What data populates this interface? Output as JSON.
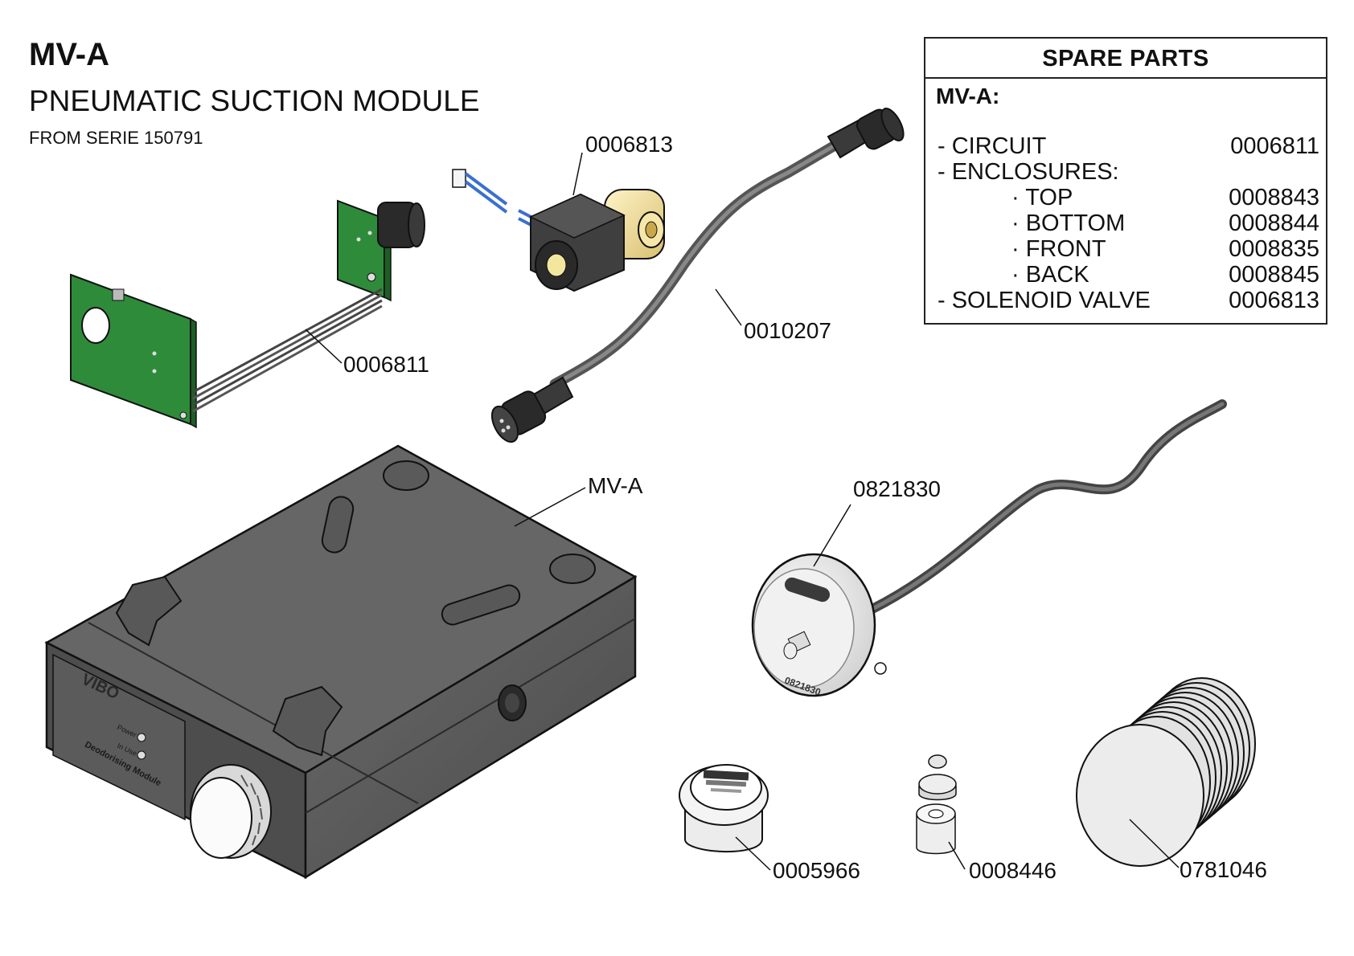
{
  "header": {
    "title": "MV-A",
    "subtitle": "PNEUMATIC SUCTION MODULE",
    "serie": "FROM SERIE 150791"
  },
  "spare_parts": {
    "heading": "SPARE PARTS",
    "model": "MV-A:",
    "rows": [
      {
        "label": "- CIRCUIT",
        "code": "0006811"
      },
      {
        "label": "- ENCLOSURES:",
        "code": ""
      },
      {
        "label": "· TOP",
        "code": "0008843"
      },
      {
        "label": "· BOTTOM",
        "code": "0008844"
      },
      {
        "label": "· FRONT",
        "code": "0008835"
      },
      {
        "label": "· BACK",
        "code": "0008845"
      },
      {
        "label": "- SOLENOID VALVE",
        "code": "0006813"
      }
    ]
  },
  "callouts": {
    "valve": "0006813",
    "circuit": "0006811",
    "cable": "0010207",
    "module": "MV-A",
    "filter_holder": "0821830",
    "cup_filter": "0005966",
    "small_parts": "0008446",
    "paper_filters": "0781046"
  },
  "device_labels": {
    "power": "Power",
    "in_use": "In Use",
    "module_name": "Deodorising Module"
  },
  "colors": {
    "pcb_green": "#2e8b3a",
    "housing_grey": "#5a5a5a",
    "valve_brass": "#f2e2a0",
    "wire_blue": "#3b6fd0"
  }
}
